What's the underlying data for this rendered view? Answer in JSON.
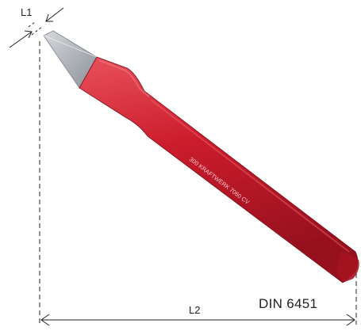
{
  "dimensions": {
    "l1_label": "L1",
    "l2_label": "L2"
  },
  "standard_label": "DIN 6451",
  "handle_imprint": "300 KRAFTWERK 7060 CV",
  "tool": {
    "name": "flat-chisel",
    "colors": {
      "handle": "#cc1c2c",
      "handle_dark": "#96101e",
      "handle_highlight": "#e8515c",
      "blade": "#a8adb3",
      "blade_light": "#d6d9dc",
      "dimension_line": "#222222"
    }
  }
}
